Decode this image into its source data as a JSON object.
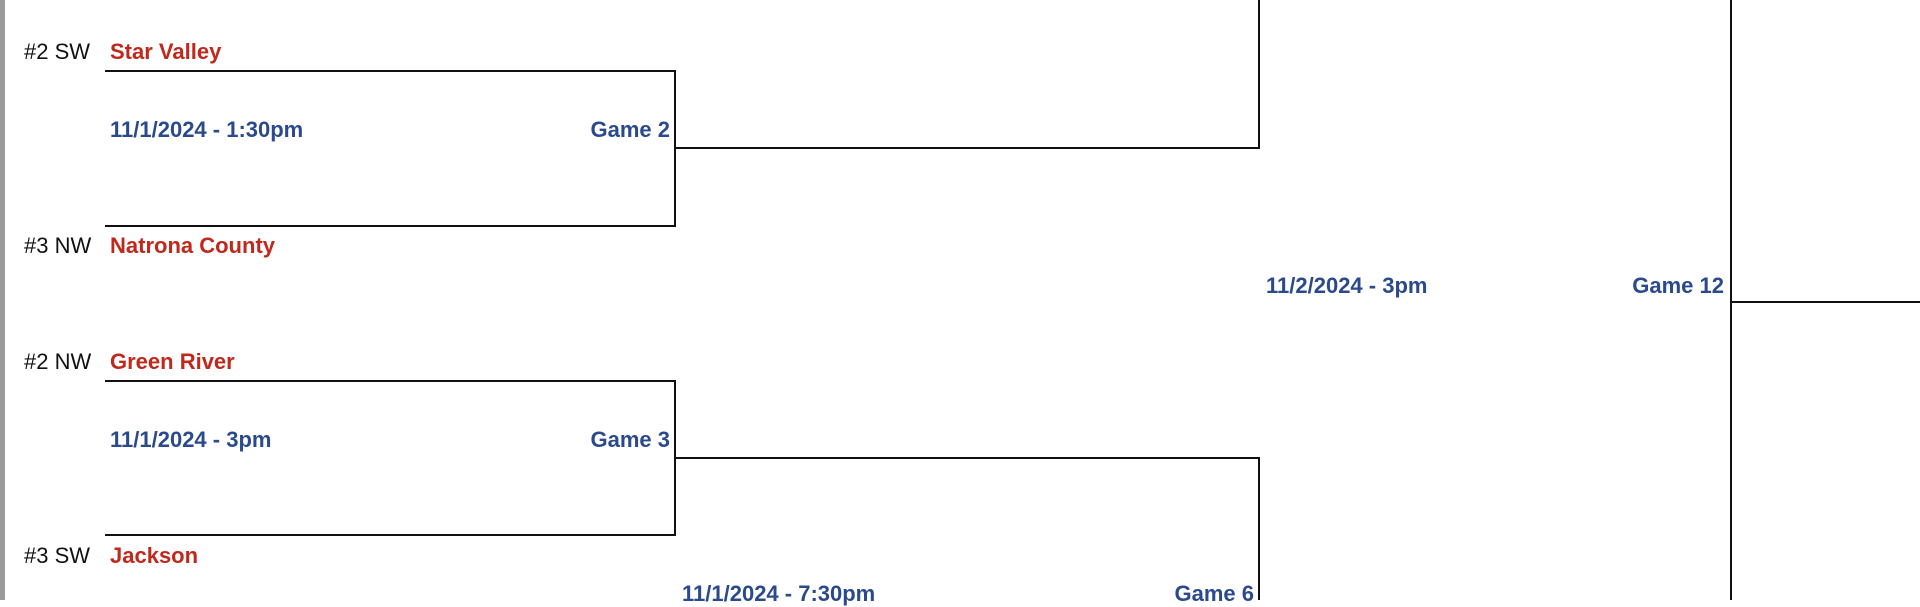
{
  "colors": {
    "team": "#c0281c",
    "schedule": "#2b4a8b",
    "line": "#111111"
  },
  "teams": [
    {
      "seed": "#2 SW",
      "name": "Star Valley"
    },
    {
      "seed": "#3 NW",
      "name": "Natrona County"
    },
    {
      "seed": "#2 NW",
      "name": "Green River"
    },
    {
      "seed": "#3 SW",
      "name": "Jackson"
    }
  ],
  "games": [
    {
      "date": "11/1/2024 - 1:30pm",
      "label": "Game 2"
    },
    {
      "date": "11/1/2024 - 3pm",
      "label": "Game 3"
    },
    {
      "date": "11/1/2024 - 7:30pm",
      "label": "Game 6"
    },
    {
      "date": "11/2/2024 - 3pm",
      "label": "Game 12"
    }
  ]
}
